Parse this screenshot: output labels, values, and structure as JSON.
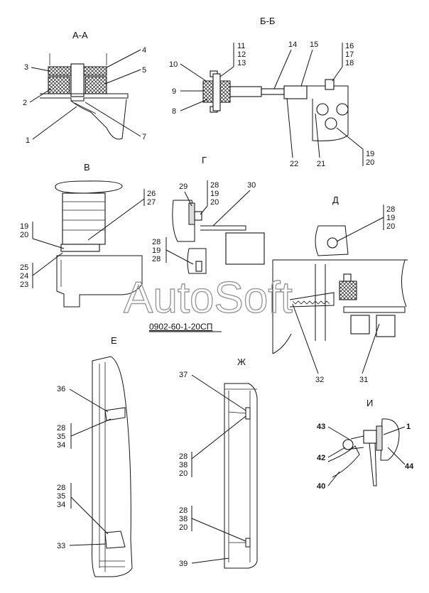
{
  "views": {
    "aa": "А-А",
    "bb": "Б-Б",
    "v": "В",
    "g": "Г",
    "d": "Д",
    "e": "Е",
    "zh": "Ж",
    "i": "И"
  },
  "drawing_code": "0902-60-1-20СП",
  "watermark": "AutoSoft",
  "callouts": {
    "aa": [
      "4",
      "3",
      "5",
      "2",
      "1",
      "7"
    ],
    "bb": [
      "10",
      "9",
      "8",
      "14",
      "15",
      "22",
      "21"
    ],
    "bb_stack1": [
      "11",
      "12",
      "13"
    ],
    "bb_stack2": [
      "16",
      "17",
      "18"
    ],
    "bb_stack3": [
      "19",
      "20"
    ],
    "v_stack1": [
      "26",
      "27"
    ],
    "v_stack2": [
      "19",
      "20"
    ],
    "v_stack3": [
      "25",
      "24",
      "23"
    ],
    "g_top": [
      "29"
    ],
    "g_stack1": [
      "28",
      "19",
      "20"
    ],
    "g_right": [
      "30"
    ],
    "g_stack2": [
      "28",
      "19",
      "28"
    ],
    "d_stack": [
      "28",
      "19",
      "20"
    ],
    "d_bottom": [
      "32",
      "31"
    ],
    "e": [
      "36",
      "33"
    ],
    "e_stack1": [
      "28",
      "35",
      "34"
    ],
    "e_stack2": [
      "28",
      "35",
      "34"
    ],
    "zh": [
      "37",
      "39"
    ],
    "zh_stack1": [
      "28",
      "38",
      "20"
    ],
    "zh_stack2": [
      "28",
      "38",
      "20"
    ],
    "i": [
      "43",
      "1",
      "42",
      "44",
      "40"
    ]
  }
}
